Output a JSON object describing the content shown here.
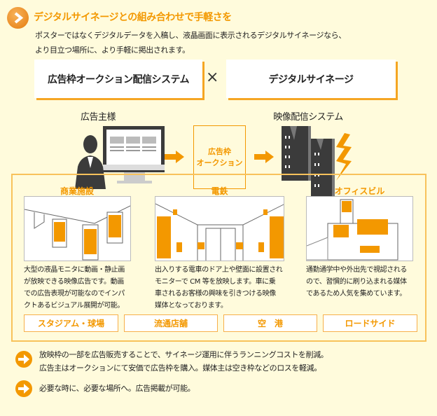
{
  "header": {
    "title": "デジタルサイネージとの組み合わせで手軽さを",
    "desc": [
      "ポスターではなくデジタルデータを入稿し、液晶画面に表示されるデジタルサイネージなら、",
      "より目立つ場所に、より手軽に掲出されます。"
    ]
  },
  "systems": {
    "left": "広告枠オークション配信システム",
    "cross": "×",
    "right": "デジタルサイネージ"
  },
  "flow": {
    "advertiser": "広告主様",
    "auction": [
      "広告枠",
      "オークション"
    ],
    "delivery": "映像配信システム"
  },
  "venues": [
    {
      "title": "商業施設",
      "text": [
        "大型の液晶モニタに動画・静止画",
        "が放映できる映像広告です。動画",
        "での広告表現が可能なのでインパ",
        "クトあるビジュアル展開が可能。"
      ]
    },
    {
      "title": "電鉄",
      "text": [
        "出入りする電車のドア上や壁面に設置され",
        "モニターで CM 等を放映します。車に乗",
        "車されるお客様の興味を引きつける映像",
        "媒体となっております。"
      ]
    },
    {
      "title": "オフィスビル",
      "text": [
        "通勤通学中や外出先で視認される",
        "ので、習慣的に刷り込まれる媒体",
        "であるため人気を集めています。"
      ]
    }
  ],
  "buttons": [
    "スタジアム・球場",
    "流通店舗",
    "空　港",
    "ロードサイド"
  ],
  "bullets": [
    [
      "放映枠の一部を広告販売することで、サイネージ運用に伴うランニングコストを削減。",
      "広告主はオークションにて安価で広告枠を購入。媒体主は空き枠などのロスを軽減。"
    ],
    [
      "必要な時に、必要な場所へ。広告掲載が可能。"
    ]
  ],
  "colors": {
    "accent": "#f39800",
    "background": "#fffbdc"
  }
}
